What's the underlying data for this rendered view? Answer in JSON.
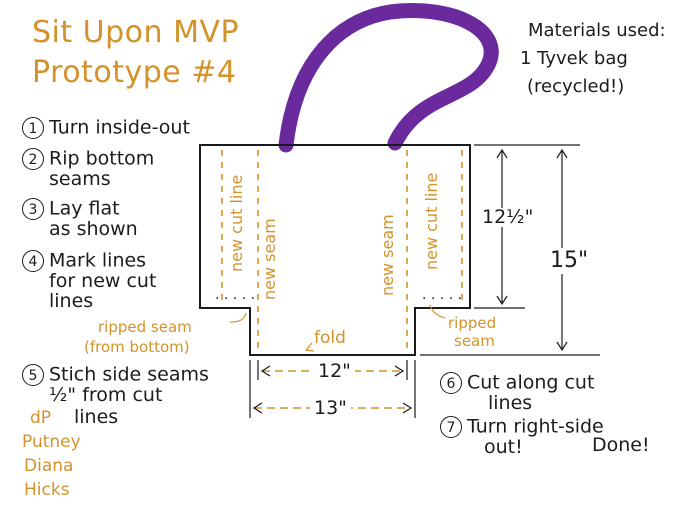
{
  "title": {
    "line1": "Sit Upon MVP",
    "line2": "Prototype #4"
  },
  "materials": {
    "heading": "Materials used:",
    "line1": "1 Tyvek bag",
    "line2": "(recycled!)"
  },
  "steps": [
    {
      "num": "1",
      "lines": [
        "Turn inside-out"
      ]
    },
    {
      "num": "2",
      "lines": [
        "Rip bottom",
        "seams"
      ]
    },
    {
      "num": "3",
      "lines": [
        "Lay flat",
        "as shown"
      ]
    },
    {
      "num": "4",
      "lines": [
        "Mark lines",
        "for new cut",
        "lines"
      ]
    },
    {
      "num": "5",
      "lines": [
        "Stich side seams",
        "½\" from cut",
        "lines"
      ]
    },
    {
      "num": "6",
      "lines": [
        "Cut along cut",
        "lines"
      ]
    },
    {
      "num": "7",
      "lines": [
        "Turn right-side",
        "out!",
        "Done!"
      ]
    }
  ],
  "labels": {
    "new_cut_line": "new cut line",
    "new_seam": "new seam",
    "fold": "fold",
    "ripped_seam_left_1": "ripped seam",
    "ripped_seam_left_2": "(from bottom)",
    "ripped_seam_right_1": "ripped",
    "ripped_seam_right_2": "seam"
  },
  "dimensions": {
    "inner_height": "12½\"",
    "total_height": "15\"",
    "inner_width": "12\"",
    "total_width": "13\""
  },
  "signature": {
    "line1": "dP",
    "line2": "Putney",
    "line3": "Diana",
    "line4": "Hicks"
  },
  "colors": {
    "handle": "#6a2a9e",
    "accent": "#d4932a",
    "ink": "#1c1c1c"
  }
}
